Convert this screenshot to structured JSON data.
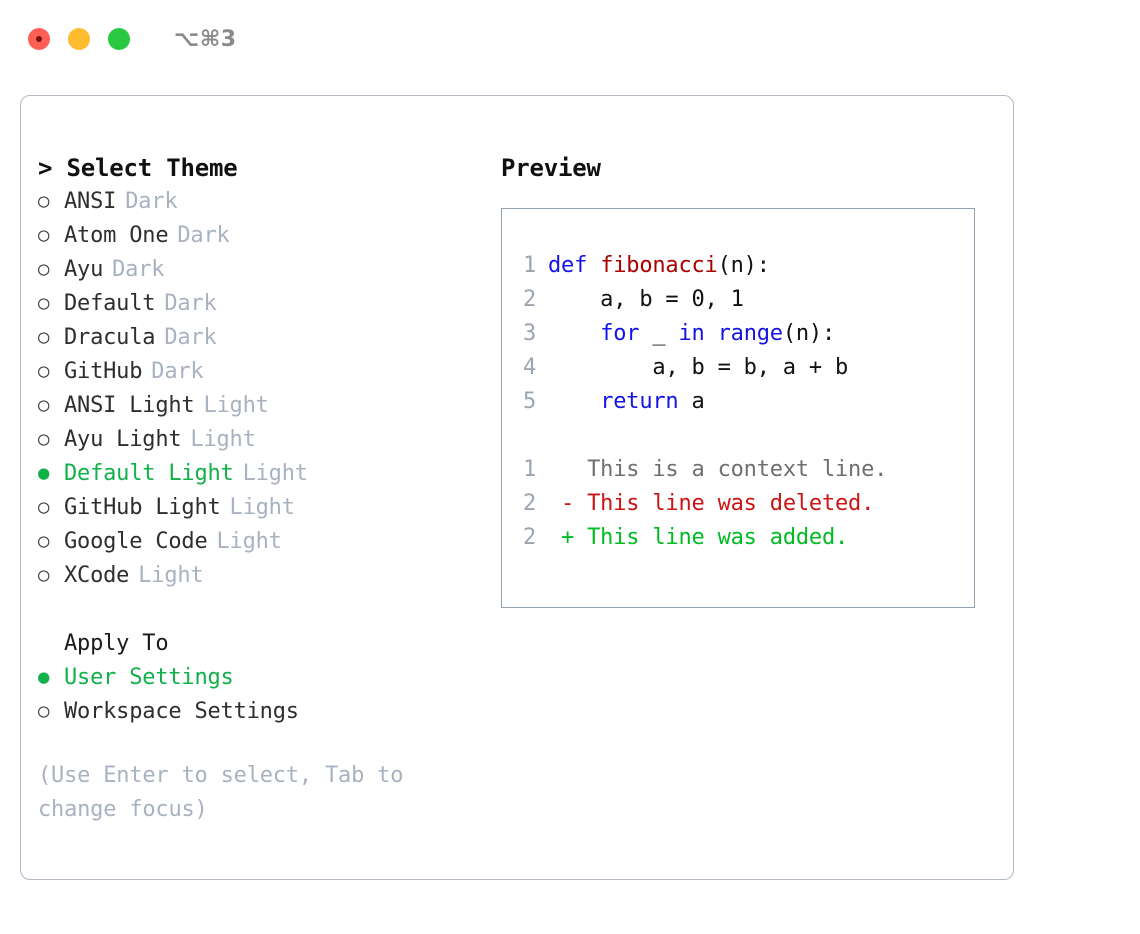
{
  "titlebar": {
    "buttons": [
      "close",
      "minimize",
      "maximize"
    ],
    "shortcut": "⌥⌘3"
  },
  "theme_panel": {
    "header": "> Select Theme",
    "items": [
      {
        "marker": "○",
        "name": "ANSI",
        "tag": "Dark",
        "selected": false
      },
      {
        "marker": "○",
        "name": "Atom One",
        "tag": "Dark",
        "selected": false
      },
      {
        "marker": "○",
        "name": "Ayu",
        "tag": "Dark",
        "selected": false
      },
      {
        "marker": "○",
        "name": "Default",
        "tag": "Dark",
        "selected": false
      },
      {
        "marker": "○",
        "name": "Dracula",
        "tag": "Dark",
        "selected": false
      },
      {
        "marker": "○",
        "name": "GitHub",
        "tag": "Dark",
        "selected": false
      },
      {
        "marker": "○",
        "name": "ANSI Light",
        "tag": "Light",
        "selected": false
      },
      {
        "marker": "○",
        "name": "Ayu Light",
        "tag": "Light",
        "selected": false
      },
      {
        "marker": "●",
        "name": "Default Light",
        "tag": "Light",
        "selected": true
      },
      {
        "marker": "○",
        "name": "GitHub Light",
        "tag": "Light",
        "selected": false
      },
      {
        "marker": "○",
        "name": "Google Code",
        "tag": "Light",
        "selected": false
      },
      {
        "marker": "○",
        "name": "XCode",
        "tag": "Light",
        "selected": false
      }
    ]
  },
  "apply_to": {
    "header": "Apply To",
    "options": [
      {
        "marker": "●",
        "name": "User Settings",
        "selected": true
      },
      {
        "marker": "○",
        "name": "Workspace Settings",
        "selected": false
      }
    ]
  },
  "hint": "(Use Enter to select, Tab to change focus)",
  "preview": {
    "title": "Preview",
    "code_lines": [
      {
        "no": "1",
        "tokens": [
          {
            "t": "def",
            "c": "kw"
          },
          {
            "t": " ",
            "c": "plain"
          },
          {
            "t": "fibonacci",
            "c": "fn"
          },
          {
            "t": "(n):",
            "c": "plain"
          }
        ]
      },
      {
        "no": "2",
        "tokens": [
          {
            "t": "    a, b = 0, 1",
            "c": "plain"
          }
        ]
      },
      {
        "no": "3",
        "tokens": [
          {
            "t": "    ",
            "c": "plain"
          },
          {
            "t": "for",
            "c": "kw"
          },
          {
            "t": " _ ",
            "c": "plain"
          },
          {
            "t": "in",
            "c": "kw"
          },
          {
            "t": " ",
            "c": "plain"
          },
          {
            "t": "range",
            "c": "kw"
          },
          {
            "t": "(n):",
            "c": "plain"
          }
        ]
      },
      {
        "no": "4",
        "tokens": [
          {
            "t": "        a, b = b, a + b",
            "c": "plain"
          }
        ]
      },
      {
        "no": "5",
        "tokens": [
          {
            "t": "    ",
            "c": "plain"
          },
          {
            "t": "return",
            "c": "kw"
          },
          {
            "t": " a",
            "c": "plain"
          }
        ]
      }
    ],
    "diff_lines": [
      {
        "no": "1",
        "sign": " ",
        "text": "This is a context line.",
        "kind": "ctx"
      },
      {
        "no": "2",
        "sign": "-",
        "text": "This line was deleted.",
        "kind": "del"
      },
      {
        "no": "2",
        "sign": "+",
        "text": "This line was added.",
        "kind": "add"
      }
    ]
  },
  "colors": {
    "selected_green": "#11b14a",
    "tag_gray": "#a8b2c0",
    "keyword_blue": "#1414e6",
    "function_red": "#aa0000",
    "diff_deleted": "#cc1414",
    "diff_added": "#00bb22",
    "border": "#b2bac6",
    "preview_border": "#93a0b0"
  }
}
